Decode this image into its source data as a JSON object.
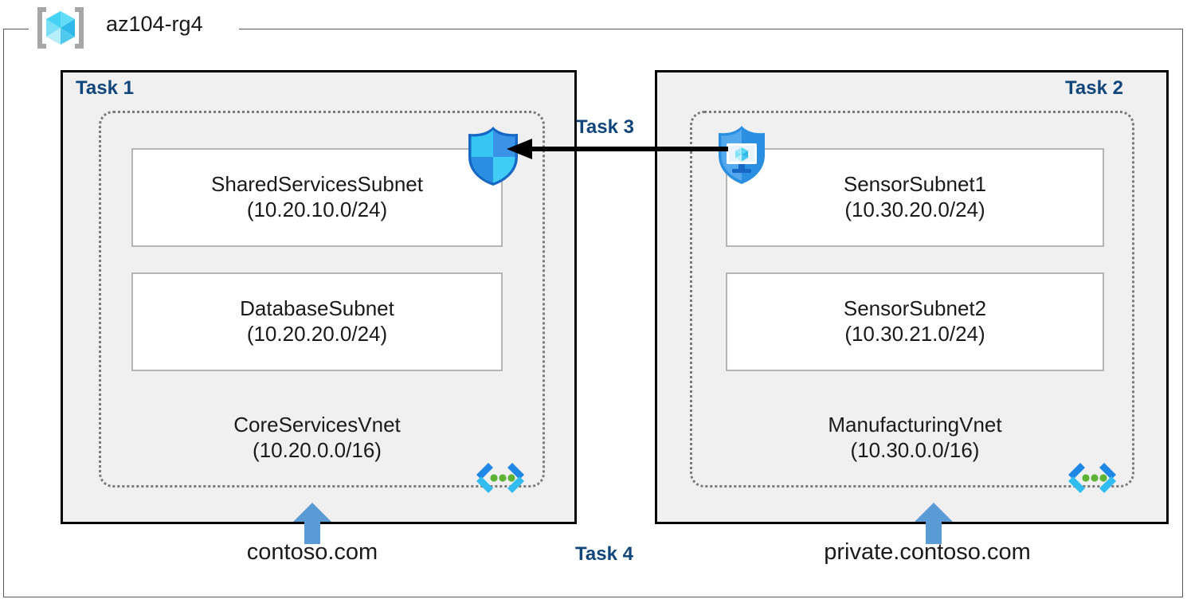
{
  "resource_group": {
    "name": "az104-rg4",
    "icon": "resource-group-cube-icon"
  },
  "tasks": {
    "task1_label": "Task 1",
    "task2_label": "Task 2",
    "task3_label": "Task 3",
    "task4_label": "Task 4"
  },
  "vnets": [
    {
      "id": "core",
      "name": "CoreServicesVnet",
      "cidr": "(10.20.0.0/16)",
      "dns_zone": "contoso.com",
      "dns_icon": "dns-zone-icon",
      "subnets": [
        {
          "name": "SharedServicesSubnet",
          "cidr": "(10.20.10.0/24)"
        },
        {
          "name": "DatabaseSubnet",
          "cidr": "(10.20.20.0/24)"
        }
      ]
    },
    {
      "id": "manufacturing",
      "name": "ManufacturingVnet",
      "cidr": "(10.30.0.0/16)",
      "dns_zone": "private.contoso.com",
      "dns_icon": "dns-zone-icon",
      "subnets": [
        {
          "name": "SensorSubnet1",
          "cidr": "(10.30.20.0/24)"
        },
        {
          "name": "SensorSubnet2",
          "cidr": "(10.30.21.0/24)"
        }
      ]
    }
  ],
  "icons": {
    "nsg_shield": "network-security-group-shield-icon",
    "service_endpoint": "service-endpoint-shield-monitor-icon",
    "peering_arrow": "vnet-peering-arrow-icon",
    "up_arrow": "dns-link-up-arrow-icon"
  },
  "colors": {
    "task_label": "#11467b",
    "panel_background": "#f0f0f0",
    "panel_border": "#000000",
    "vnet_border": "#7a7a7a",
    "subnet_border": "#b5b5b5",
    "arrow_blue": "#5b9bd5",
    "accent_cyan": "#32bdf0",
    "accent_blue": "#1f88e5",
    "dns_dot_green": "#5cb335",
    "frame_gray": "#595959",
    "text": "#1a1a1a"
  }
}
